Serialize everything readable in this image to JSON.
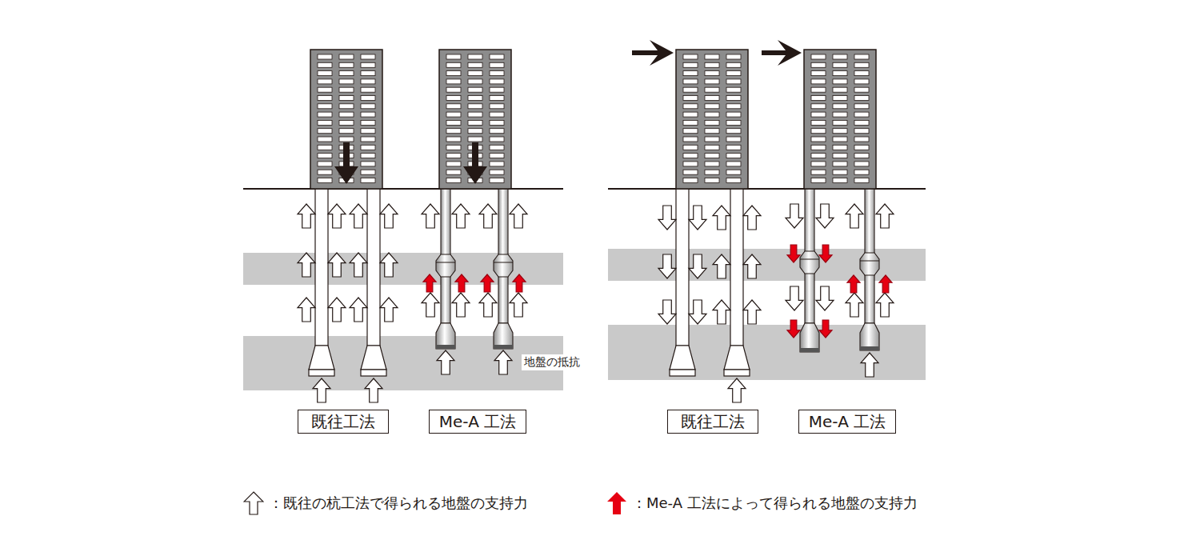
{
  "diagram": {
    "nodes": [
      {
        "text": [
          "既往工法"
        ]
      },
      {
        "text": [
          "Me-A 工法"
        ]
      },
      {
        "text": [
          "既往工法"
        ]
      },
      {
        "text": [
          "Me-A 工法"
        ]
      }
    ],
    "labels": [
      "地盤の抵抗"
    ],
    "legend": [
      {
        "text": "：既往の杭工法で得られる地盤の支持力"
      },
      {
        "text": "：Me-A 工法によって得られる地盤の支持力",
        "color": "#e60012"
      }
    ]
  }
}
